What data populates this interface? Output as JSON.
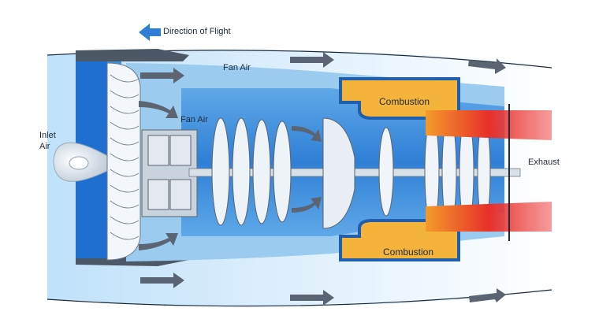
{
  "labels": {
    "direction_of_flight": "Direction of Flight",
    "inlet_air_line1": "Inlet",
    "inlet_air_line2": "Air",
    "fan_air_top": "Fan Air",
    "fan_air_mid": "Fan Air",
    "combustion_top": "Combustion",
    "combustion_bottom": "Combustion",
    "exhaust": "Exhaust"
  },
  "colors": {
    "direction_arrow": "#2f7fd6",
    "bypass_light": "#d6ecfb",
    "core_mid": "#8ec5ef",
    "core_dark": "#3f8fdc",
    "inlet_band": "#1f6fd0",
    "combustion_fill": "#f4b33a",
    "combustion_outline": "#1f5fae",
    "exhaust_hot": "#e52a2a",
    "arrow_grey": "#5b6472"
  },
  "icons": {
    "direction": "left-arrow-icon",
    "flow": "flow-arrow-icon"
  }
}
